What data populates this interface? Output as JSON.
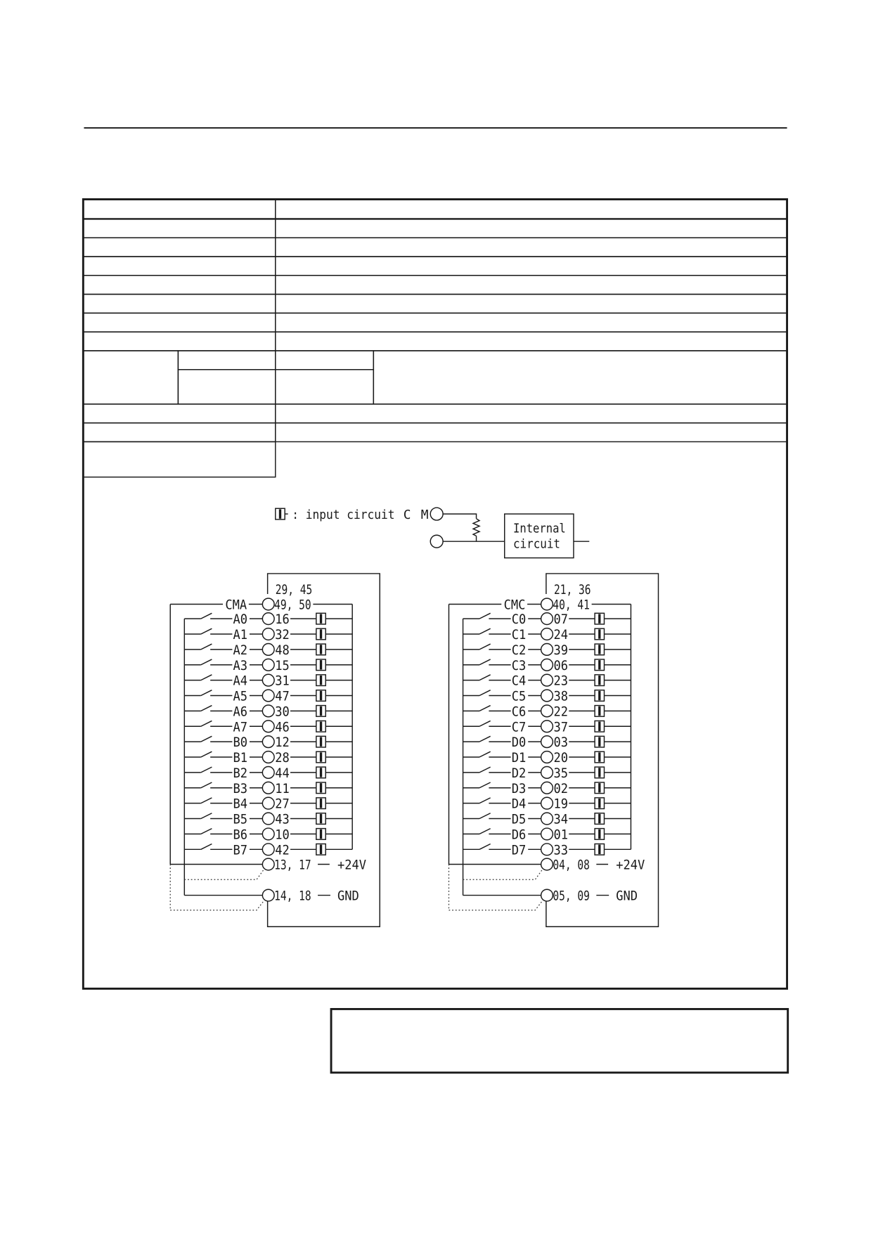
{
  "colors": {
    "ink": "#1a1a1a",
    "paper": "#ffffff"
  },
  "legend": {
    "symbol_icon": "input-circuit-icon",
    "text": ": input circuit",
    "cm_label": "CM",
    "internal_circuit": [
      "Internal",
      "circuit"
    ]
  },
  "connectors": [
    {
      "frame_pins": "29, 45",
      "common_label": "CMA",
      "common_pins": "49, 50",
      "inputs": [
        {
          "signal": "A0",
          "pin": "16"
        },
        {
          "signal": "A1",
          "pin": "32"
        },
        {
          "signal": "A2",
          "pin": "48"
        },
        {
          "signal": "A3",
          "pin": "15"
        },
        {
          "signal": "A4",
          "pin": "31"
        },
        {
          "signal": "A5",
          "pin": "47"
        },
        {
          "signal": "A6",
          "pin": "30"
        },
        {
          "signal": "A7",
          "pin": "46"
        },
        {
          "signal": "B0",
          "pin": "12"
        },
        {
          "signal": "B1",
          "pin": "28"
        },
        {
          "signal": "B2",
          "pin": "44"
        },
        {
          "signal": "B3",
          "pin": "11"
        },
        {
          "signal": "B4",
          "pin": "27"
        },
        {
          "signal": "B5",
          "pin": "43"
        },
        {
          "signal": "B6",
          "pin": "10"
        },
        {
          "signal": "B7",
          "pin": "42"
        }
      ],
      "power": {
        "pins": "13, 17",
        "label": "+24V"
      },
      "ground": {
        "pins": "14, 18",
        "label": "GND"
      }
    },
    {
      "frame_pins": "21, 36",
      "common_label": "CMC",
      "common_pins": "40, 41",
      "inputs": [
        {
          "signal": "C0",
          "pin": "07"
        },
        {
          "signal": "C1",
          "pin": "24"
        },
        {
          "signal": "C2",
          "pin": "39"
        },
        {
          "signal": "C3",
          "pin": "06"
        },
        {
          "signal": "C4",
          "pin": "23"
        },
        {
          "signal": "C5",
          "pin": "38"
        },
        {
          "signal": "C6",
          "pin": "22"
        },
        {
          "signal": "C7",
          "pin": "37"
        },
        {
          "signal": "D0",
          "pin": "03"
        },
        {
          "signal": "D1",
          "pin": "20"
        },
        {
          "signal": "D2",
          "pin": "35"
        },
        {
          "signal": "D3",
          "pin": "02"
        },
        {
          "signal": "D4",
          "pin": "19"
        },
        {
          "signal": "D5",
          "pin": "34"
        },
        {
          "signal": "D6",
          "pin": "01"
        },
        {
          "signal": "D7",
          "pin": "33"
        }
      ],
      "power": {
        "pins": "04, 08",
        "label": "+24V"
      },
      "ground": {
        "pins": "05, 09",
        "label": "GND"
      }
    }
  ]
}
